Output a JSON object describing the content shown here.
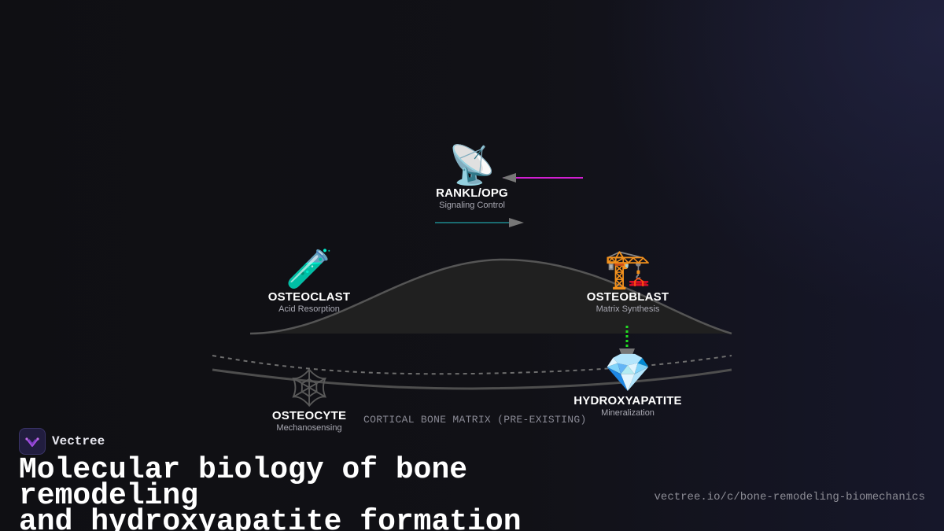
{
  "diagram": {
    "nodes": {
      "rankl": {
        "icon": "satellite-antenna-icon",
        "glyph": "📡",
        "title": "RANKL/OPG",
        "subtitle": "Signaling Control"
      },
      "osteoclast": {
        "icon": "test-tube-icon",
        "glyph": "🧪",
        "title": "OSTEOCLAST",
        "subtitle": "Acid Resorption"
      },
      "osteoblast": {
        "icon": "construction-crane-icon",
        "glyph": "🏗️",
        "title": "OSTEOBLAST",
        "subtitle": "Matrix Synthesis"
      },
      "osteocyte": {
        "icon": "spider-web-icon",
        "glyph": "🕸",
        "title": "OSTEOCYTE",
        "subtitle": "Mechanosensing"
      },
      "hydroxyapatite": {
        "icon": "gem-icon",
        "glyph": "💎",
        "title": "HYDROXYAPATITE",
        "subtitle": "Mineralization"
      }
    },
    "matrix_label": "CORTICAL BONE MATRIX (PRE-EXISTING)",
    "colors": {
      "arrow_magenta": "#d21fd2",
      "arrow_teal": "#1a6b70",
      "arrow_green": "#22dd22",
      "arrow_head": "#777777",
      "bone_surface": "#202020",
      "bone_outline": "#555555"
    }
  },
  "branding": {
    "name": "Vectree",
    "logo_icon": "vectree-logo-icon"
  },
  "headline": {
    "line1": "Molecular biology of bone remodeling",
    "line2": "and hydroxyapatite formation"
  },
  "url": "vectree.io/c/bone-remodeling-biomechanics"
}
